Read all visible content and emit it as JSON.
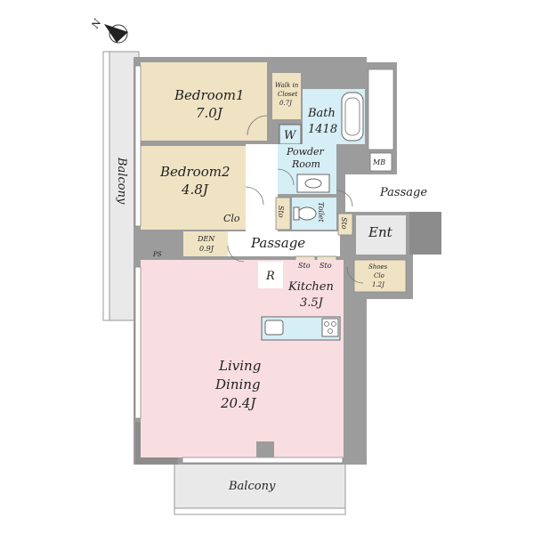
{
  "compass": {
    "label": "N"
  },
  "rooms": {
    "bedroom1": {
      "name": "Bedroom1",
      "size": "7.0J"
    },
    "bedroom2": {
      "name": "Bedroom2",
      "size": "4.8J"
    },
    "walkin": {
      "line1": "Walk in",
      "line2": "Closet",
      "size": "0.7J"
    },
    "bath": {
      "name": "Bath",
      "code": "1418"
    },
    "washer": {
      "label": "W"
    },
    "powder": {
      "line1": "Powder",
      "line2": "Room"
    },
    "toilet": {
      "label": "Toilet"
    },
    "mb": {
      "label": "MB"
    },
    "passage_right": {
      "label": "Passage"
    },
    "passage_center": {
      "label": "Passage"
    },
    "entrance": {
      "label": "Ent"
    },
    "clo": {
      "label": "Clo"
    },
    "den": {
      "name": "DEN",
      "size": "0.9J"
    },
    "ps": {
      "label": "PS"
    },
    "sto_a": {
      "label": "Sto"
    },
    "sto_b": {
      "label": "Sto"
    },
    "sto_c": {
      "label": "Sto"
    },
    "sto_d": {
      "label": "Sto"
    },
    "shoes": {
      "line1": "Shoes",
      "line2": "Clo",
      "size": "1.2J"
    },
    "fridge": {
      "label": "R"
    },
    "kitchen": {
      "name": "Kitchen",
      "size": "3.5J"
    },
    "living": {
      "line1": "Living",
      "line2": "Dining",
      "size": "20.4J"
    },
    "balcony_left": {
      "label": "Balcony"
    },
    "balcony_bottom": {
      "label": "Balcony"
    }
  },
  "colors": {
    "bedroom": "#efe3c4",
    "wet": "#d6eef5",
    "living": "#f8dde1",
    "wall": "#9c9c9c",
    "balcony": "#e9e9e9",
    "shaft": "#bdbdbd"
  }
}
